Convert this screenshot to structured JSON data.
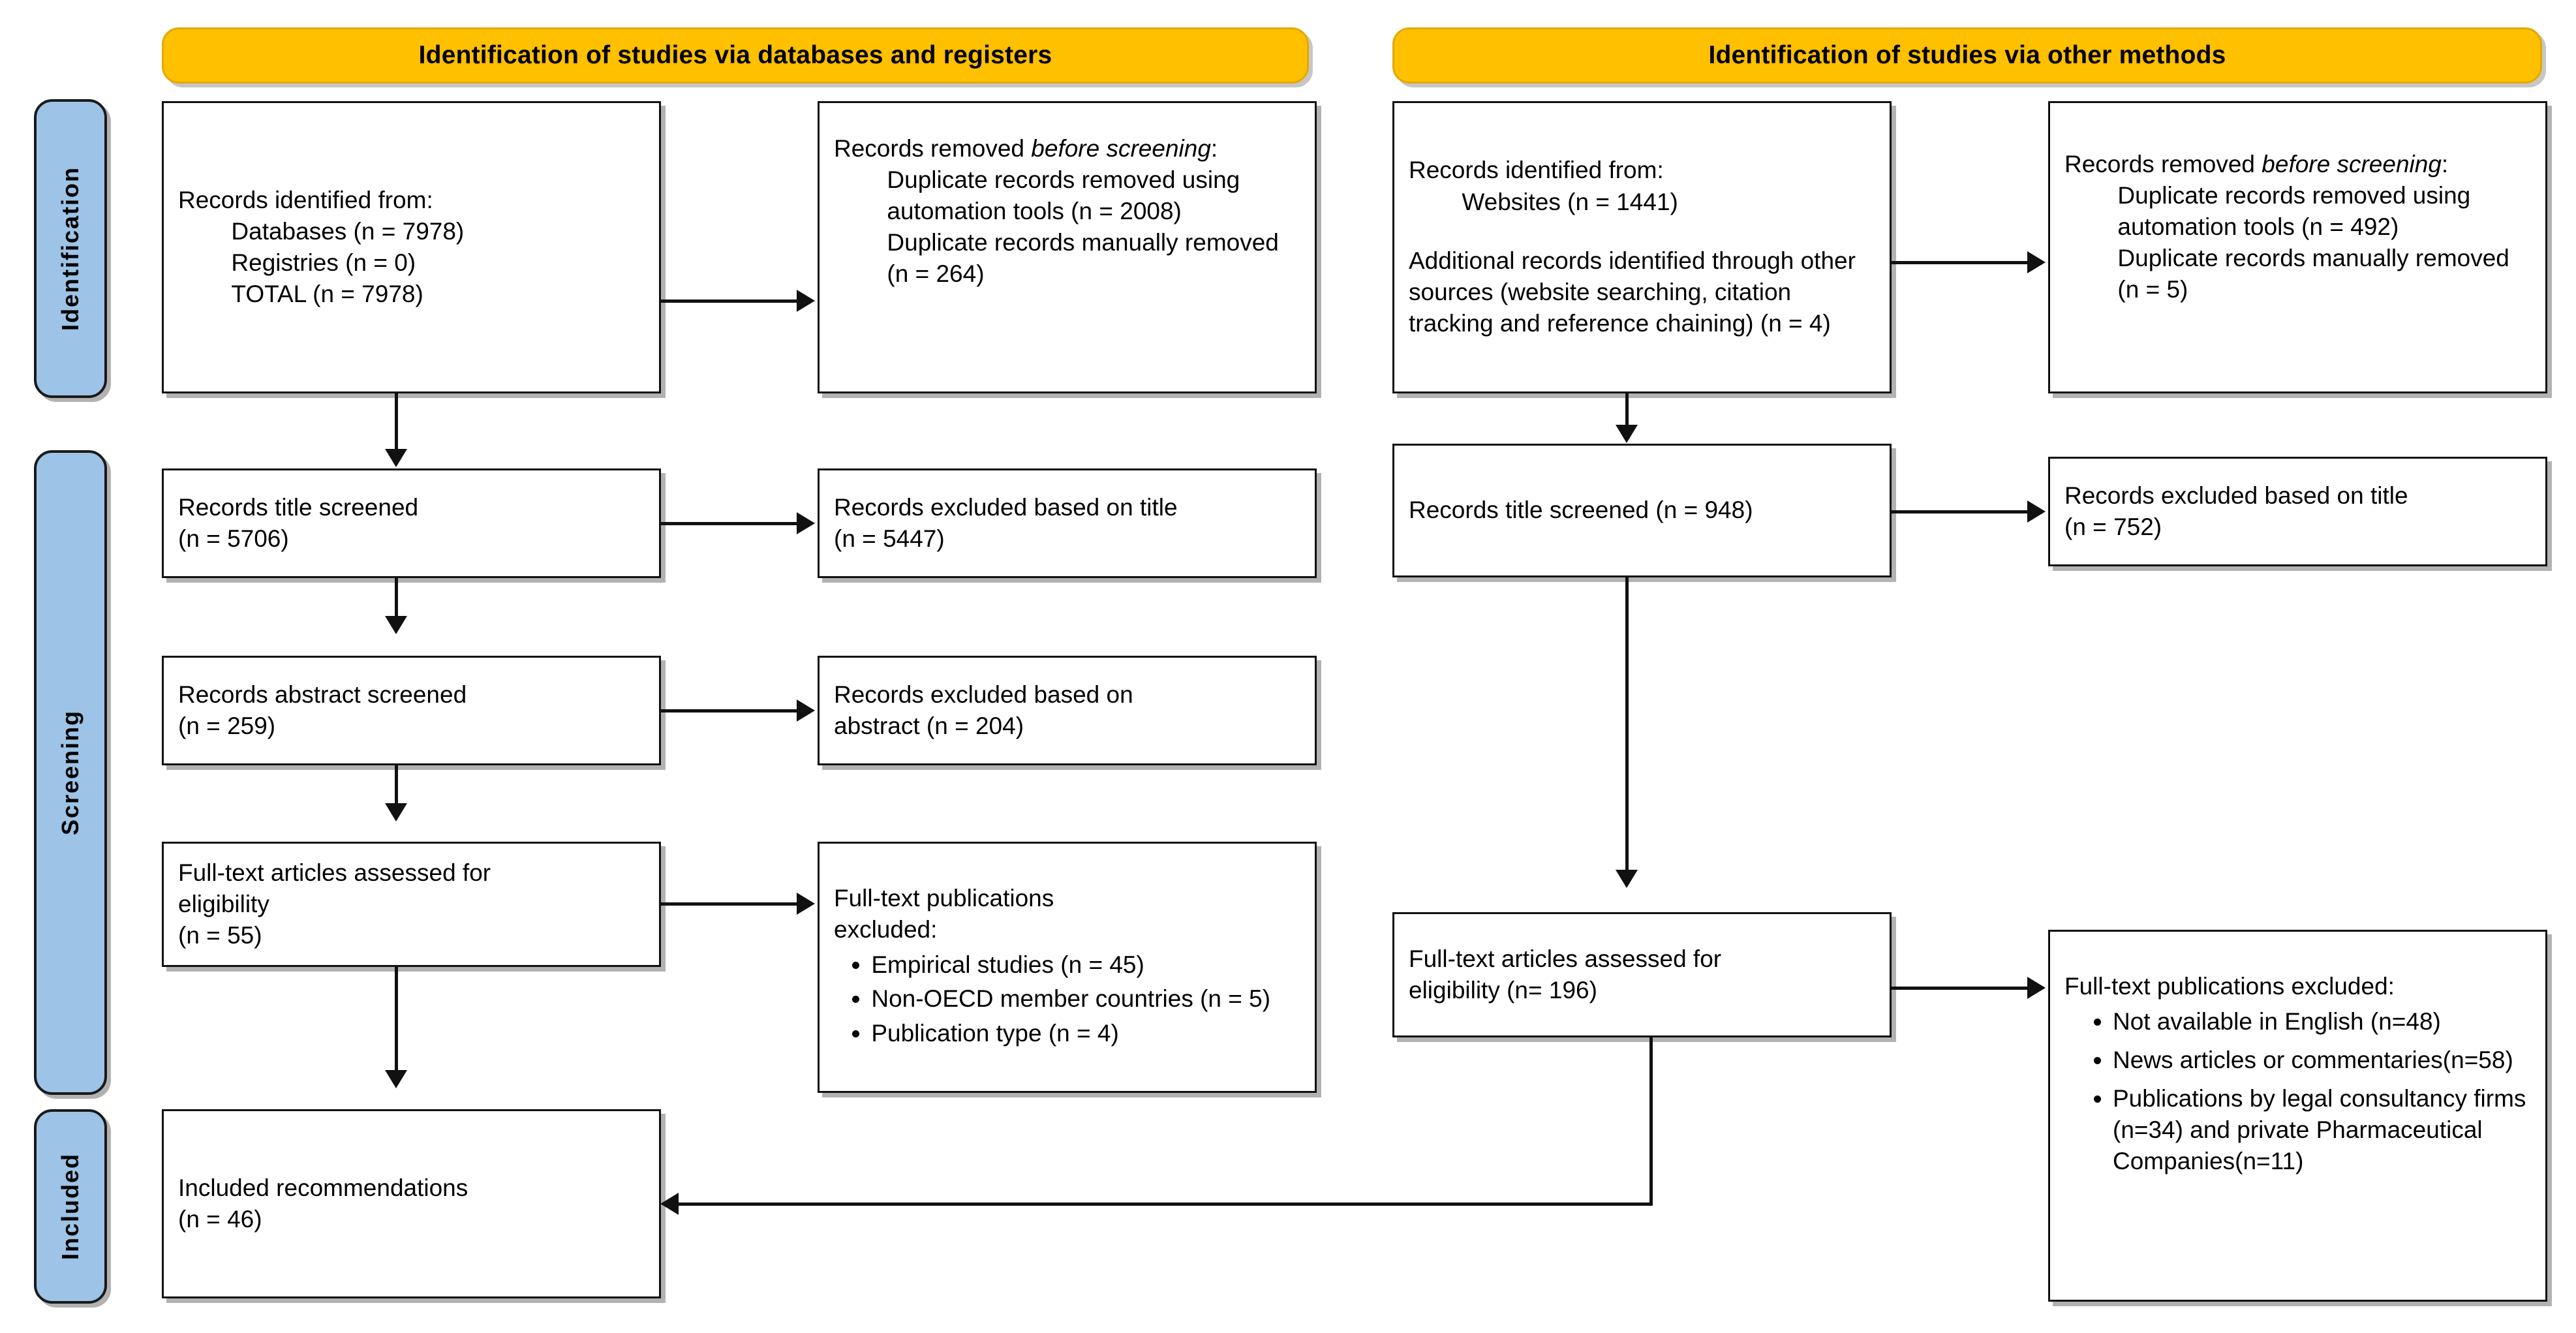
{
  "diagram": {
    "type": "PRISMA-flow-diagram",
    "banners": {
      "left": "Identification of studies via databases and registers",
      "right": "Identification of studies via other methods"
    },
    "stages": [
      {
        "key": "identification",
        "label": "Identification"
      },
      {
        "key": "screening",
        "label": "Screening"
      },
      {
        "key": "included",
        "label": "Included"
      }
    ],
    "left_column": {
      "identified": {
        "title": "Records identified from:",
        "lines": [
          "Databases (n = 7978)",
          "Registries (n = 0)",
          "TOTAL (n = 7978)"
        ]
      },
      "removed_before_screening": {
        "title_a": "Records removed ",
        "title_em": "before screening",
        "title_b": ":",
        "lines": [
          "Duplicate records removed using automation tools (n = 2008)",
          "Duplicate records manually removed (n = 264)"
        ]
      },
      "title_screened": {
        "line1": "Records title screened",
        "line2": "(n = 5706)"
      },
      "title_excluded": {
        "line1": "Records excluded based on title",
        "line2": "(n = 5447)"
      },
      "abstract_screened": {
        "line1": "Records abstract screened",
        "line2": "(n = 259)"
      },
      "abstract_excluded": {
        "line1": "Records excluded based on",
        "line2": "abstract (n = 204)"
      },
      "fulltext_assessed": {
        "line1": "Full-text articles assessed for",
        "line2": "eligibility",
        "line3": "(n = 55)"
      },
      "fulltext_excluded": {
        "title1": "Full-text publications",
        "title2": "excluded:",
        "items": [
          "Empirical studies (n = 45)",
          "Non-OECD member countries (n = 5)",
          "Publication type (n = 4)"
        ]
      },
      "included": {
        "line1": "Included recommendations",
        "line2": "(n = 46)"
      }
    },
    "right_column": {
      "identified": {
        "title": "Records identified from:",
        "lines": [
          "Websites (n = 1441)"
        ],
        "extra": "Additional records identified through other sources (website searching, citation tracking and reference chaining) (n = 4)"
      },
      "removed_before_screening": {
        "title_a": "Records removed ",
        "title_em": "before screening",
        "title_b": ":",
        "lines": [
          "Duplicate records removed using automation tools (n = 492)",
          "Duplicate records manually removed (n = 5)"
        ]
      },
      "title_screened": {
        "line1": "Records title screened (n = 948)"
      },
      "title_excluded": {
        "line1": "Records excluded based on title",
        "line2": "(n = 752)"
      },
      "fulltext_assessed": {
        "line1": "Full-text articles assessed for",
        "line2": "eligibility (n= 196)"
      },
      "fulltext_excluded": {
        "title": "Full-text publications excluded:",
        "items": [
          "Not available in English (n=48)",
          "News articles or commentaries(n=58)",
          "Publications by legal consultancy firms (n=34) and private Pharmaceutical Companies(n=11)"
        ]
      }
    },
    "colors": {
      "banner_fill": "#FFC000",
      "stage_fill": "#9DC3E6",
      "stroke": "#111111",
      "background": "#FFFFFF"
    }
  }
}
